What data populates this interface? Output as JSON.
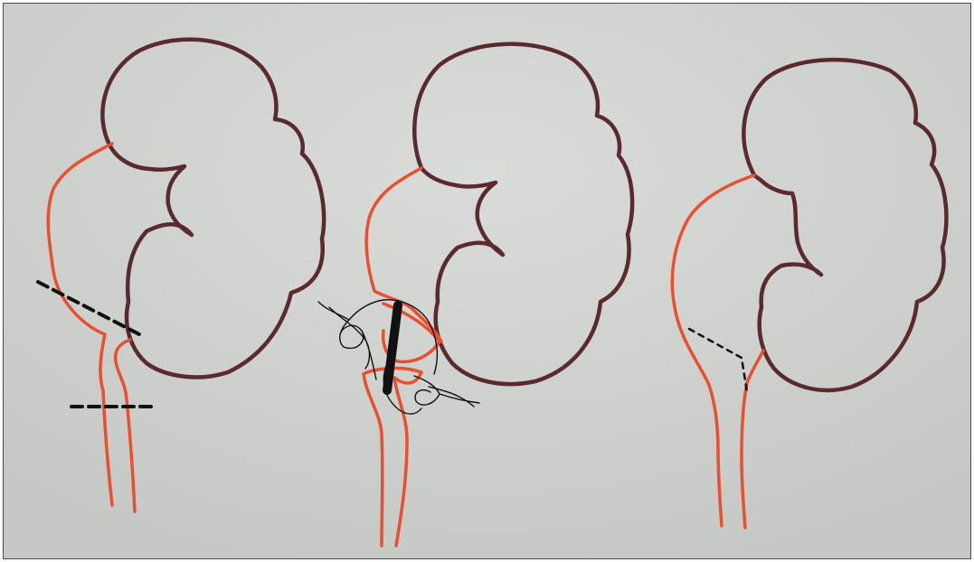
{
  "figure": {
    "panel_count": 3,
    "colors": {
      "paper": "#c6c8c6",
      "paper_light": "#dadcda",
      "kidney_outline": "#5a2a2e",
      "ureter": "#e8502e",
      "marking": "#111111"
    },
    "panels": [
      {
        "stage": "incision-lines",
        "icons": [
          "kidney-outline",
          "renal-pelvis",
          "ureter",
          "dashed-cut-line"
        ]
      },
      {
        "stage": "anastomosis-in-progress",
        "icons": [
          "kidney-outline",
          "renal-pelvis",
          "ureter",
          "suture-thread",
          "clamp-bar"
        ]
      },
      {
        "stage": "completed-repair",
        "icons": [
          "kidney-outline",
          "renal-pelvis",
          "ureter",
          "suture-line"
        ]
      }
    ]
  }
}
